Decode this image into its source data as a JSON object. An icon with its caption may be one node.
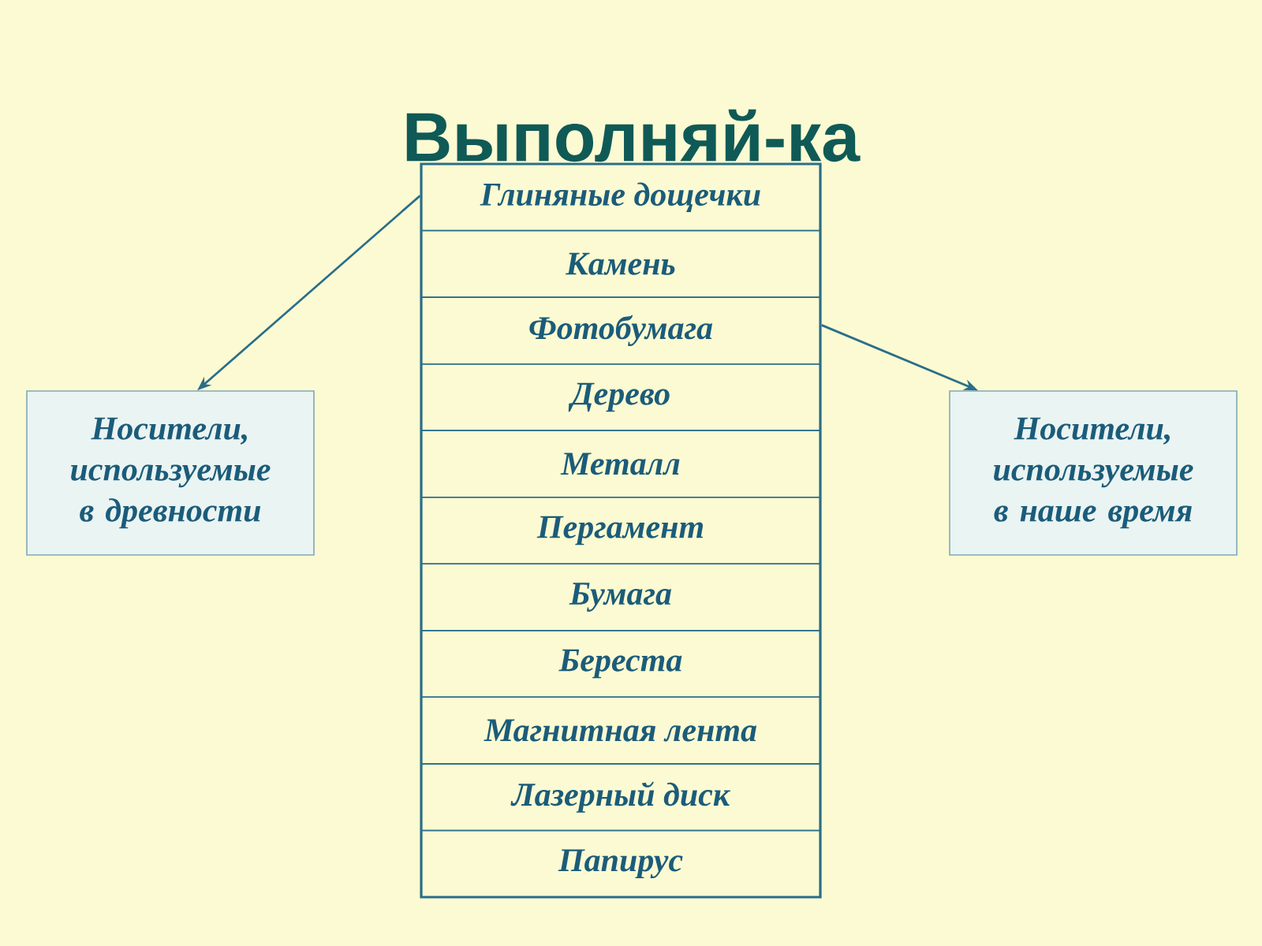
{
  "diagram": {
    "title": "Выполняй-ка",
    "nodes": [
      {
        "text": [],
        "shape": "box"
      },
      {
        "text": [
          "Глиняные дощечки"
        ],
        "in": 0
      },
      {
        "text": [
          "Камень"
        ],
        "in": 0
      },
      {
        "text": [
          "Фотобумага"
        ],
        "in": 0
      },
      {
        "text": [
          "Дерево"
        ],
        "in": 0
      },
      {
        "text": [
          "Металл"
        ],
        "in": 0
      },
      {
        "text": [
          "Пергамент"
        ],
        "in": 0
      },
      {
        "text": [
          "Бумага"
        ],
        "in": 0
      },
      {
        "text": [
          "Береста"
        ],
        "in": 0
      },
      {
        "text": [
          "Магнитная лента"
        ],
        "in": 0
      },
      {
        "text": [
          "Лазерный диск"
        ],
        "in": 0
      },
      {
        "text": [
          "Папирус"
        ],
        "in": 0
      },
      {
        "text": [
          "Носители, используемые в древности"
        ]
      },
      {
        "text": [
          "Носители, используемые в наше время"
        ]
      }
    ],
    "edges": [
      {
        "from": 0,
        "to": 12,
        "arrow": "to"
      },
      {
        "from": 0,
        "to": 13,
        "arrow": "to"
      }
    ]
  }
}
